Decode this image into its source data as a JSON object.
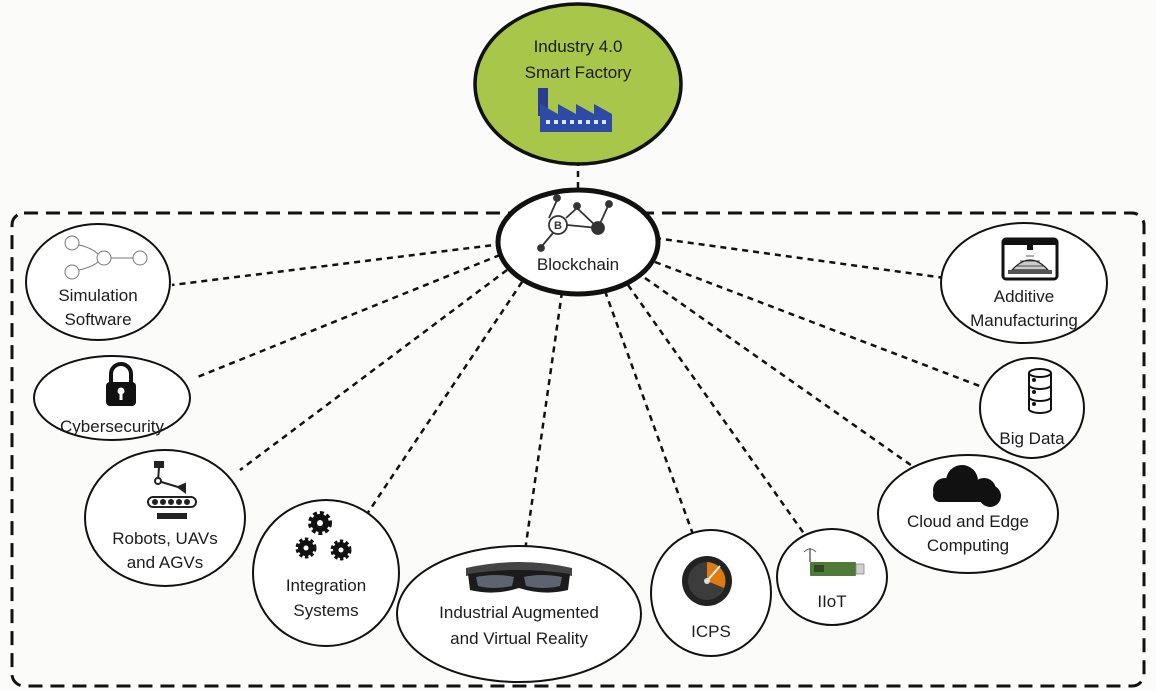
{
  "top_node": {
    "line1": "Industry 4.0",
    "line2": "Smart Factory",
    "icon": "factory-icon",
    "fill_color": "#a8c64a"
  },
  "hub": {
    "label": "Blockchain",
    "icon": "blockchain-network-icon"
  },
  "nodes": {
    "simulation": {
      "line1": "Simulation",
      "line2": "Software",
      "icon": "simulation-flow-icon"
    },
    "cybersecurity": {
      "line1": "Cybersecurity",
      "icon": "padlock-icon"
    },
    "robots": {
      "line1": "Robots, UAVs",
      "line2": "and AGVs",
      "icon": "robot-arm-icon"
    },
    "integration": {
      "line1": "Integration",
      "line2": "Systems",
      "icon": "gears-icon"
    },
    "augmented": {
      "line1": "Industrial Augmented",
      "line2": "and Virtual Reality",
      "icon": "vr-headset-icon"
    },
    "icps": {
      "line1": "ICPS",
      "icon": "gauge-icon"
    },
    "iiot": {
      "line1": "IIoT",
      "icon": "iot-module-icon"
    },
    "cloud": {
      "line1": "Cloud and Edge",
      "line2": "Computing",
      "icon": "cloud-icon"
    },
    "bigdata": {
      "line1": "Big Data",
      "icon": "database-icon"
    },
    "additive": {
      "line1": "Additive",
      "line2": "Manufacturing",
      "icon": "3d-printer-icon"
    }
  }
}
